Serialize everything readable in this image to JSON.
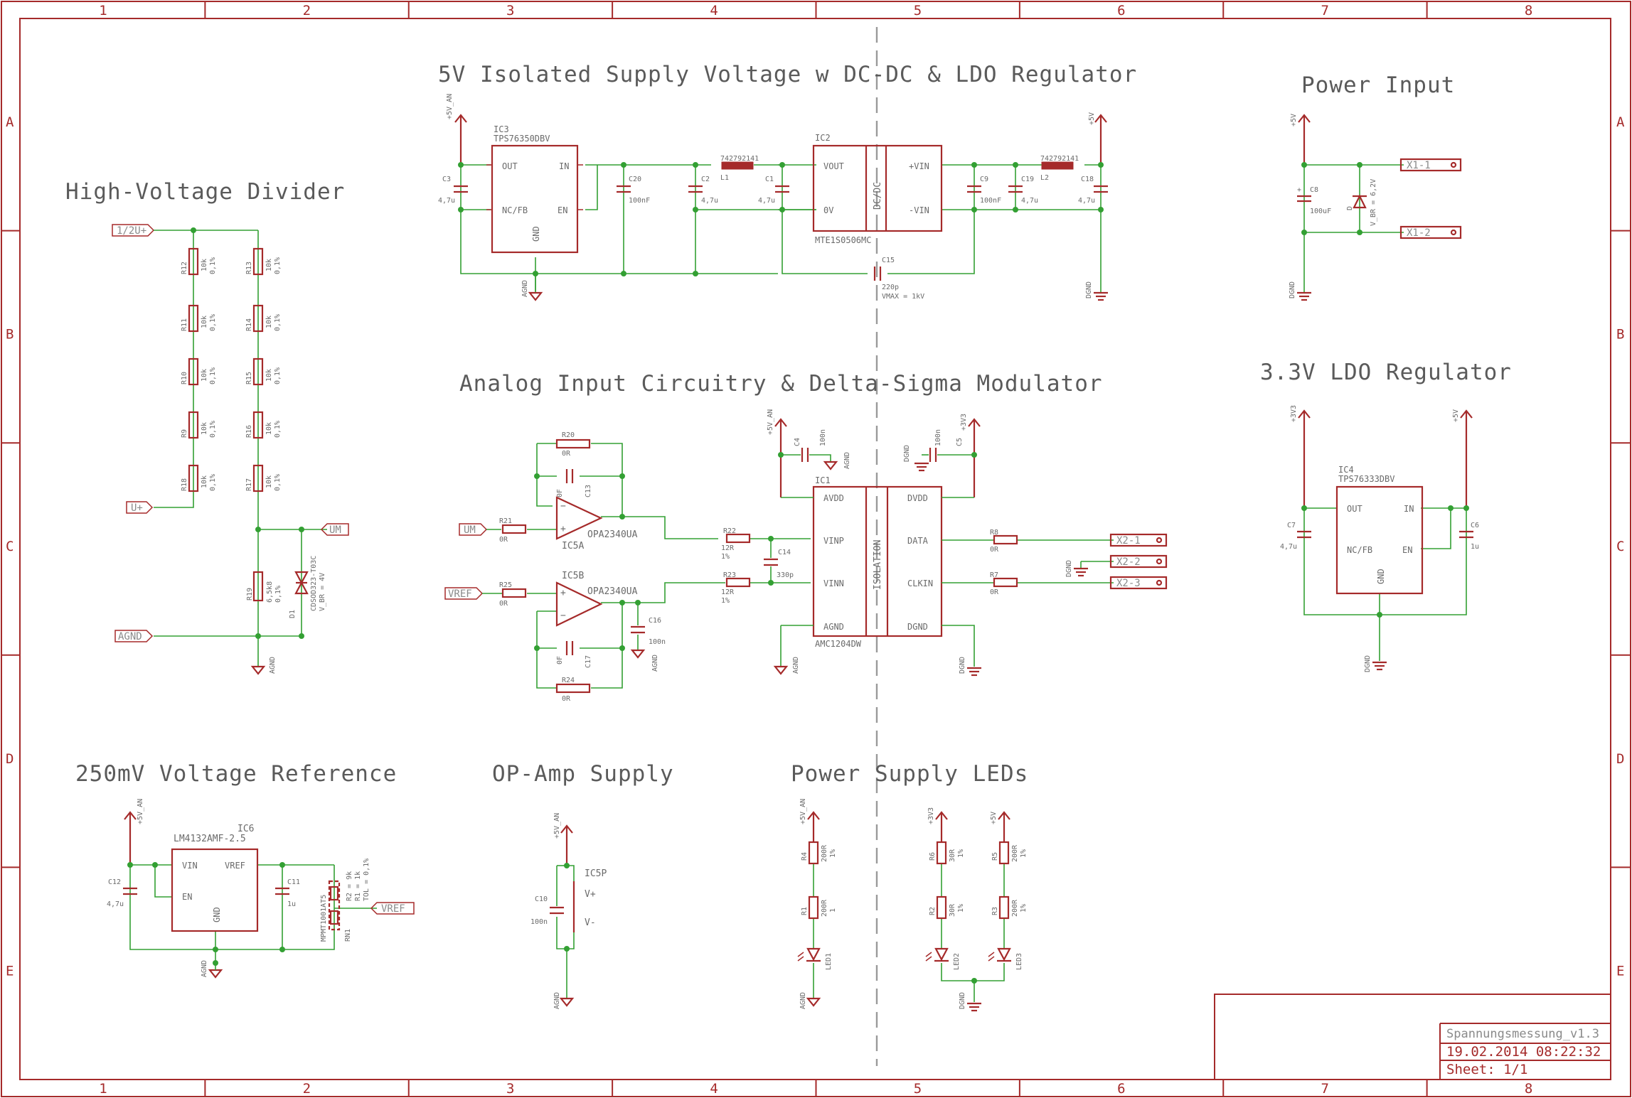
{
  "sheet": {
    "columns": [
      "1",
      "2",
      "3",
      "4",
      "5",
      "6",
      "7",
      "8"
    ],
    "rows": [
      "A",
      "B",
      "C",
      "D",
      "E"
    ],
    "colors": {
      "frame": "#a52a2a",
      "wire": "#33a033",
      "text": "#6a6a6a",
      "isolation": "#9a9a9a"
    }
  },
  "titles": {
    "isolated_supply": "5V Isolated Supply Voltage w DC-DC & LDO Regulator",
    "power_input": "Power Input",
    "hv_divider": "High-Voltage Divider",
    "analog": "Analog Input Circuitry & Delta-Sigma Modulator",
    "ldo33": "3.3V LDO Regulator",
    "vref": "250mV Voltage Reference",
    "opamp_supply": "OP-Amp Supply",
    "leds": "Power Supply LEDs"
  },
  "supply": {
    "ic3_name": "IC3",
    "ic3_value": "TPS76350DBV",
    "ic3_pins": {
      "out": "OUT",
      "in": "IN",
      "ncfb": "NC/FB",
      "en": "EN",
      "gnd": "GND"
    },
    "ic2_name": "IC2",
    "ic2_value": "MTE1S0506MC",
    "ic2_dcdc": "DC/DC",
    "ic2_pins": {
      "vout": "VOUT",
      "vin_p": "+VIN",
      "zero_v": "0V",
      "vin_m": "-VIN"
    },
    "c3": "C3",
    "c3v": "4,7u",
    "c20": "C20",
    "c20v": "100nF",
    "c2": "C2",
    "c2v": "4,7u",
    "c1": "C1",
    "c1v": "4,7u",
    "c9": "C9",
    "c9v": "100nF",
    "c19": "C19",
    "c19v": "4,7u",
    "c18": "C18",
    "c18v": "4,7u",
    "l1": "L1",
    "l1v": "742792141",
    "l2": "L2",
    "l2v": "742792141",
    "c15": "C15",
    "c15v": "220p",
    "c15vmax": "VMAX = 1kV",
    "sup_5van": "+5V_AN",
    "sup_5v": "+5V",
    "agnd": "AGND",
    "dgnd": "DGND"
  },
  "power_input": {
    "c8": "C8",
    "c8v": "100uF",
    "d": "D",
    "d_vbr": "V_BR = 6,2V",
    "x1_1": "X1-1",
    "x1_2": "X1-2",
    "sup": "+5V",
    "gnd": "DGND"
  },
  "divider": {
    "in_port": "1/2U+",
    "u_port": "U+",
    "um_port": "UM",
    "agnd_port": "AGND",
    "resistors": [
      "R12",
      "R11",
      "R10",
      "R9",
      "R18",
      "R13",
      "R14",
      "R15",
      "R16",
      "R17"
    ],
    "rval": "10k",
    "rtol": "0,1%",
    "r19": "R19",
    "r19v": "6,5k8",
    "r19t": "0,1%",
    "d1": "D1",
    "d1v": "CDSOD323-T03C",
    "d1vbr": "V_BR = 4V",
    "gnd": "AGND"
  },
  "analog": {
    "r20": "R20",
    "r20v": "0R",
    "c13": "C13",
    "c13v": "0F",
    "r21": "R21",
    "r21v": "0R",
    "ic5a": "IC5A",
    "opa": "OPA2340UA",
    "r25": "R25",
    "r25v": "0R",
    "ic5b": "IC5B",
    "opa_b": "OPA2340UA",
    "c17": "C17",
    "c17v": "0F",
    "r24": "R24",
    "r24v": "0R",
    "r22": "R22",
    "r22v": "12R",
    "r22t": "1%",
    "r23": "R23",
    "r23v": "12R",
    "r23t": "1%",
    "c14": "C14",
    "c14v": "330p",
    "c16": "C16",
    "c16v": "100n",
    "um": "UM",
    "vref": "VREF",
    "ic1": "IC1",
    "ic1v": "AMC1204DW",
    "isolation": "ISOLATION",
    "ic1_pins": {
      "avdd": "AVDD",
      "vinp": "VINP",
      "vinn": "VINN",
      "agnd": "AGND",
      "dvdd": "DVDD",
      "data": "DATA",
      "clkin": "CLKIN",
      "dgnd": "DGND"
    },
    "c4": "C4",
    "c4v": "100n",
    "c5": "C5",
    "c5v": "100n",
    "r8": "R8",
    "r8v": "0R",
    "r7": "R7",
    "r7v": "0R",
    "x2_1": "X2-1",
    "x2_2": "X2-2",
    "x2_3": "X2-3",
    "sup_5van": "+5V_AN",
    "sup_33": "+3V3",
    "agnd": "AGND",
    "dgnd": "DGND"
  },
  "ldo33": {
    "ic4": "IC4",
    "ic4v": "TPS76333DBV",
    "pins": {
      "out": "OUT",
      "in": "IN",
      "ncfb": "NC/FB",
      "en": "EN",
      "gnd": "GND"
    },
    "c7": "C7",
    "c7v": "4,7u",
    "c6": "C6",
    "c6v": "1u",
    "sup_33": "+3V3",
    "sup_5v": "+5V",
    "gnd": "DGND"
  },
  "vref": {
    "ic6": "IC6",
    "ic6v": "LM4132AMF-2.5",
    "pins": {
      "vin": "VIN",
      "vref": "VREF",
      "en": "EN",
      "gnd": "GND"
    },
    "c12": "C12",
    "c12v": "4,7u",
    "c11": "C11",
    "c11v": "1u",
    "rn": "RN1",
    "rnv": "MPMT1001AT5",
    "rn_r2": "R2 = 9k",
    "rn_r1": "R1 = 1k",
    "rn_tol": "TOL = 0,1%",
    "port": "VREF",
    "sup": "+5V_AN",
    "gnd": "AGND"
  },
  "opsupply": {
    "ic5p": "IC5P",
    "vplus": "V+",
    "vminus": "V-",
    "c10": "C10",
    "c10v": "100n",
    "sup": "+5V_AN",
    "gnd": "AGND"
  },
  "leds": {
    "r4": "R4",
    "r4v": "200R",
    "r4t": "1%",
    "r1": "R1",
    "r1v": "200R",
    "r1t": "1",
    "led1": "LED1",
    "r6": "R6",
    "r6v": "30R",
    "r6t": "1%",
    "r2": "R2",
    "r2v": "30R",
    "r2t": "1%",
    "led2": "LED2",
    "r5": "R5",
    "r5v": "200R",
    "r5t": "1%",
    "r3": "R3",
    "r3v": "200R",
    "r3t": "1%",
    "led3": "LED3",
    "sup_5van": "+5V_AN",
    "sup_33": "+3V3",
    "sup_5v": "+5V",
    "agnd": "AGND",
    "dgnd": "DGND"
  },
  "titleblock": {
    "file": "Spannungsmessung_v1.3",
    "date": "19.02.2014 08:22:32",
    "sheet": "Sheet: 1/1"
  }
}
